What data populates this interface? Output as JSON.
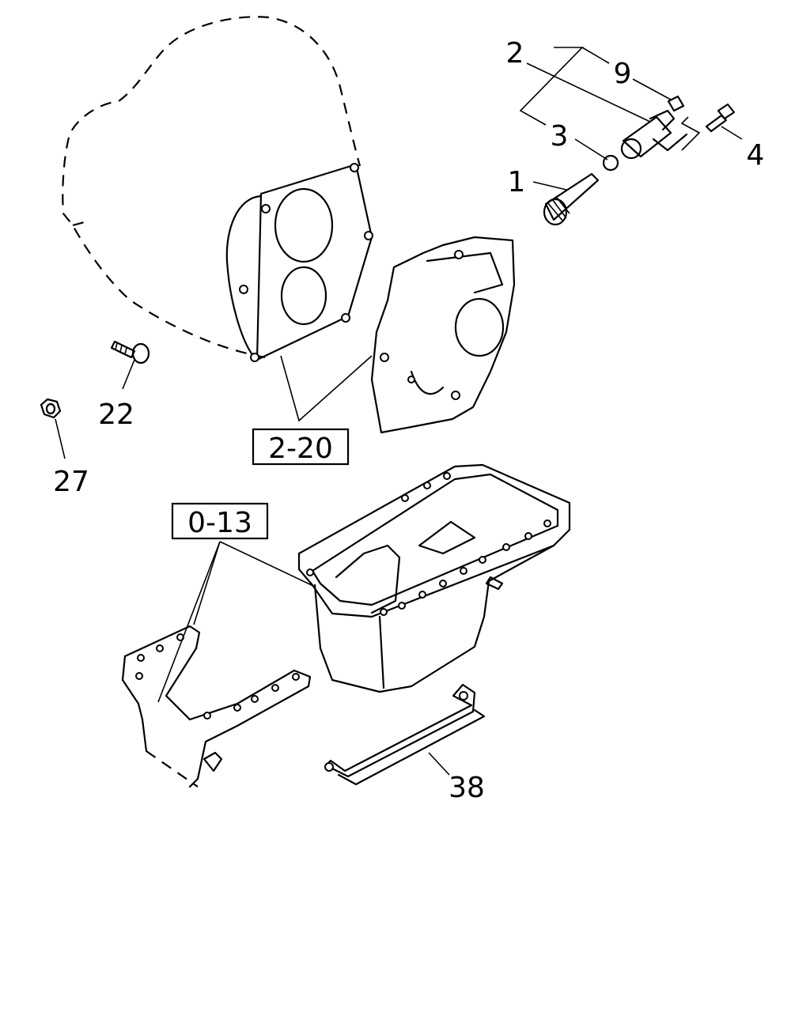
{
  "callouts": {
    "c1": "1",
    "c2": "2",
    "c3": "3",
    "c4": "4",
    "c9": "9",
    "c22": "22",
    "c27": "27",
    "c38": "38"
  },
  "references": {
    "r220": "2-20",
    "r013": "0-13"
  }
}
